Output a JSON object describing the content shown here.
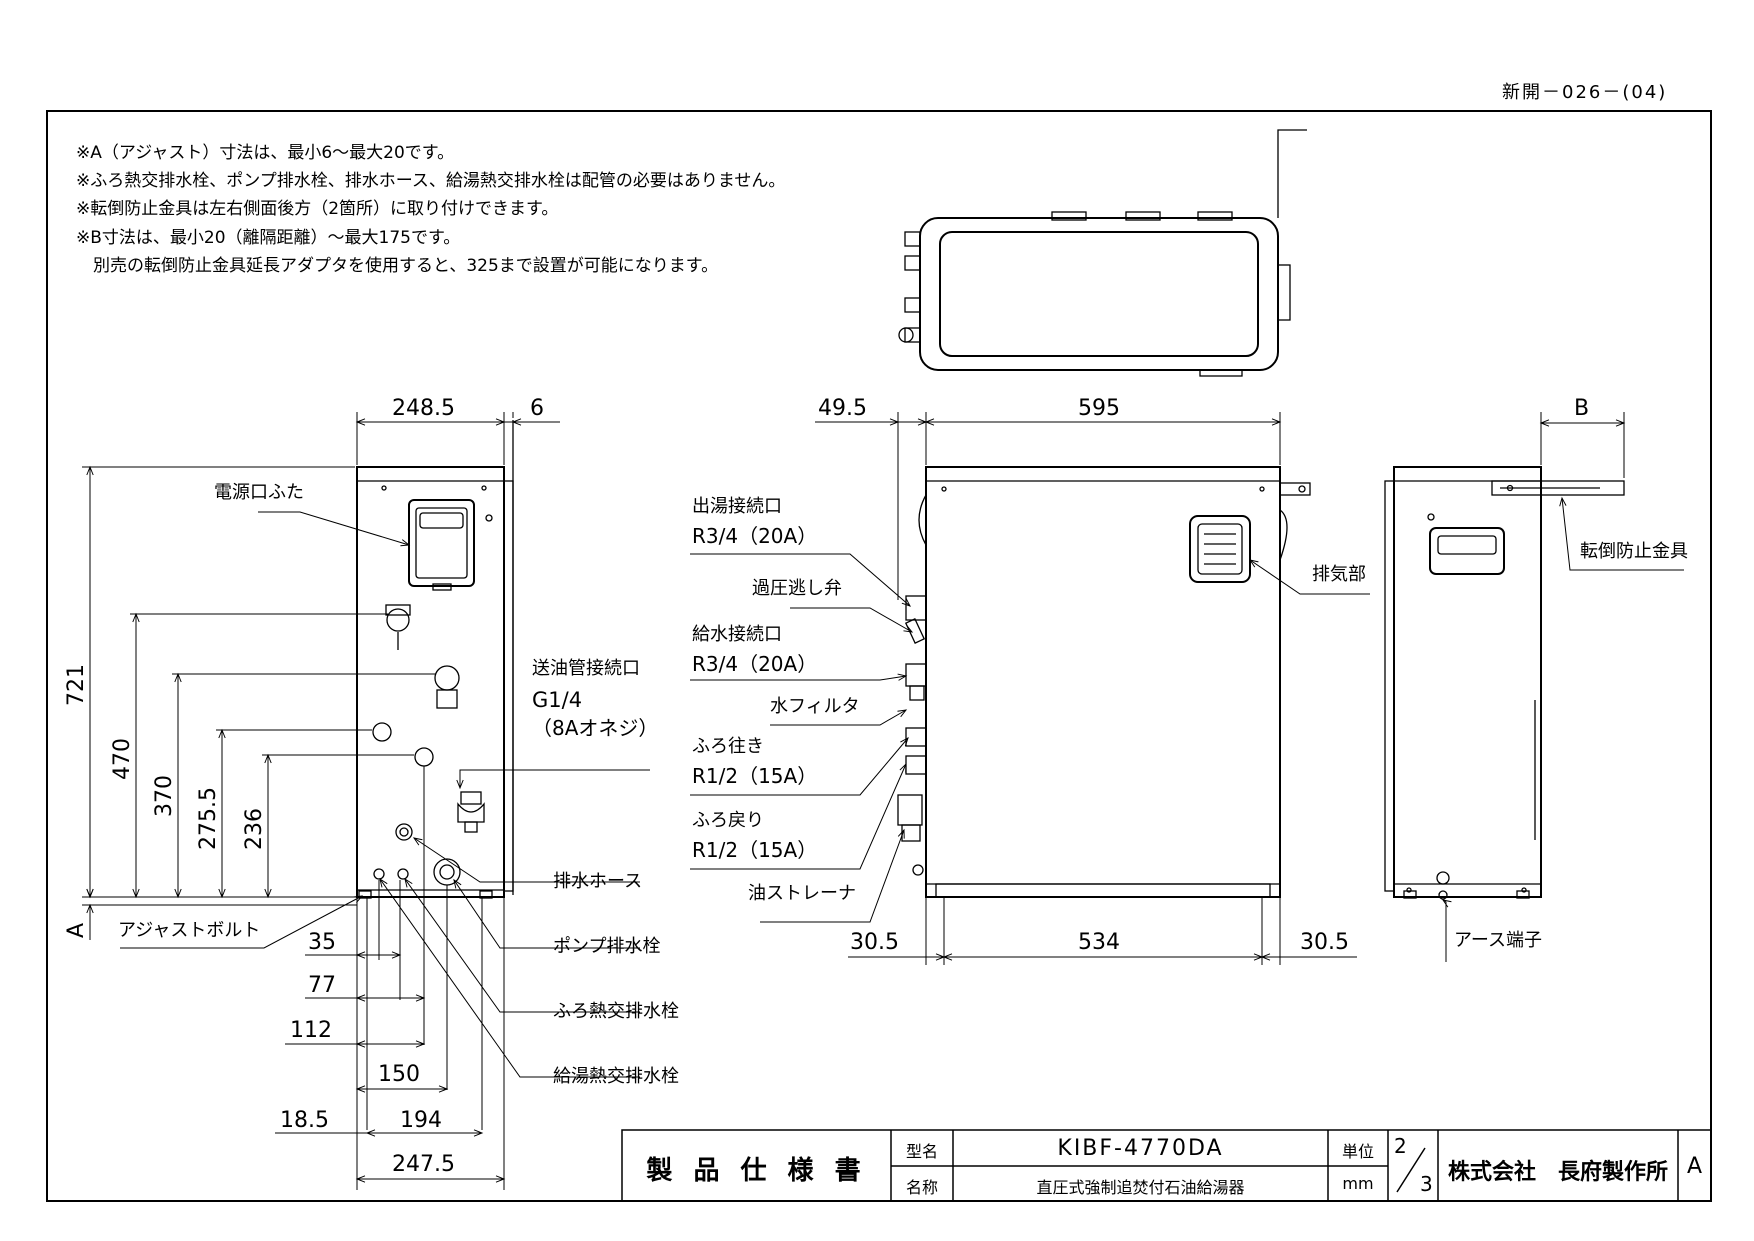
{
  "doc_number": "新開－026－(04)",
  "notes": [
    "※A（アジャスト）寸法は、最小6～最大20です。",
    "※ふろ熱交排水栓、ポンプ排水栓、排水ホース、給湯熱交排水栓は配管の必要はありません。",
    "※転倒防止金具は左右側面後方（2箇所）に取り付けできます。",
    "※B寸法は、最小20（離隔距離）～最大175です。",
    "　別売の転倒防止金具延長アダプタを使用すると、325まで設置が可能になります。"
  ],
  "left_view": {
    "dim_top_width": "248.5",
    "dim_top_offset": "6",
    "dim_height_total": "721",
    "dim_h470": "470",
    "dim_h370": "370",
    "dim_h275": "275.5",
    "dim_h236": "236",
    "dim_A": "A",
    "dim_35": "35",
    "dim_77": "77",
    "dim_112": "112",
    "dim_150": "150",
    "dim_18": "18.5",
    "dim_194": "194",
    "dim_bottom_width": "247.5",
    "label_power_cover": "電源口ふた",
    "label_oil_pipe_1": "送油管接続口",
    "label_oil_pipe_2": "G1/4",
    "label_oil_pipe_3": "（8Aオネジ）",
    "label_drain_hose": "排水ホース",
    "label_pump_drain": "ポンプ排水栓",
    "label_bath_drain": "ふろ熱交排水栓",
    "label_hot_drain": "給湯熱交排水栓",
    "label_adjust_bolt": "アジャストボルト"
  },
  "front_view": {
    "dim_49": "49.5",
    "dim_595": "595",
    "dim_30_left": "30.5",
    "dim_534": "534",
    "dim_30_right": "30.5",
    "label_hot_out_1": "出湯接続口",
    "label_hot_out_2": "R3/4（20A）",
    "label_relief_valve": "過圧逃し弁",
    "label_water_in_1": "給水接続口",
    "label_water_in_2": "R3/4（20A）",
    "label_water_filter": "水フィルタ",
    "label_bath_out_1": "ふろ往き",
    "label_bath_out_2": "R1/2（15A）",
    "label_bath_ret_1": "ふろ戻り",
    "label_bath_ret_2": "R1/2（15A）",
    "label_oil_strainer": "油ストレーナ",
    "label_exhaust": "排気部"
  },
  "right_view": {
    "dim_B": "B",
    "label_anti_tip": "転倒防止金具",
    "label_earth": "アース端子"
  },
  "title_block": {
    "doc_title": "製 品 仕 様 書",
    "model_label": "型名",
    "model_value": "KIBF-4770DA",
    "name_label": "名称",
    "name_value": "直圧式強制追焚付石油給湯器",
    "unit_label": "単位",
    "unit_value": "mm",
    "page_num": "2",
    "page_total": "3",
    "company": "株式会社　長府製作所",
    "revision": "A"
  }
}
